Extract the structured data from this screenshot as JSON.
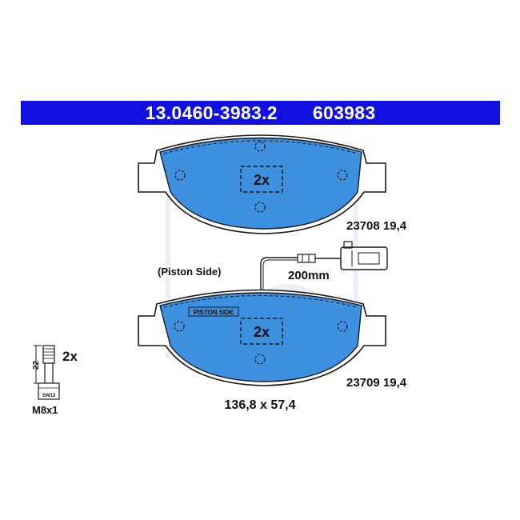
{
  "header": {
    "part_number": "13.0460-3983.2",
    "ref_number": "603983"
  },
  "pads": {
    "top": {
      "qty": "2x",
      "code": "23708 19,4"
    },
    "bottom": {
      "qty": "2x",
      "code": "23709 19,4",
      "stamp": "PISTON SIDE"
    }
  },
  "labels": {
    "piston_side": "(Piston Side)",
    "wire_length": "200mm",
    "dimensions": "136,8 x 57,4"
  },
  "bolt": {
    "qty": "2x",
    "thread": "M8x1",
    "length": "22",
    "key": "SW13"
  },
  "colors": {
    "banner": "#1010e0",
    "pad": "#3d8fdf",
    "outline": "#1a1a1a"
  }
}
